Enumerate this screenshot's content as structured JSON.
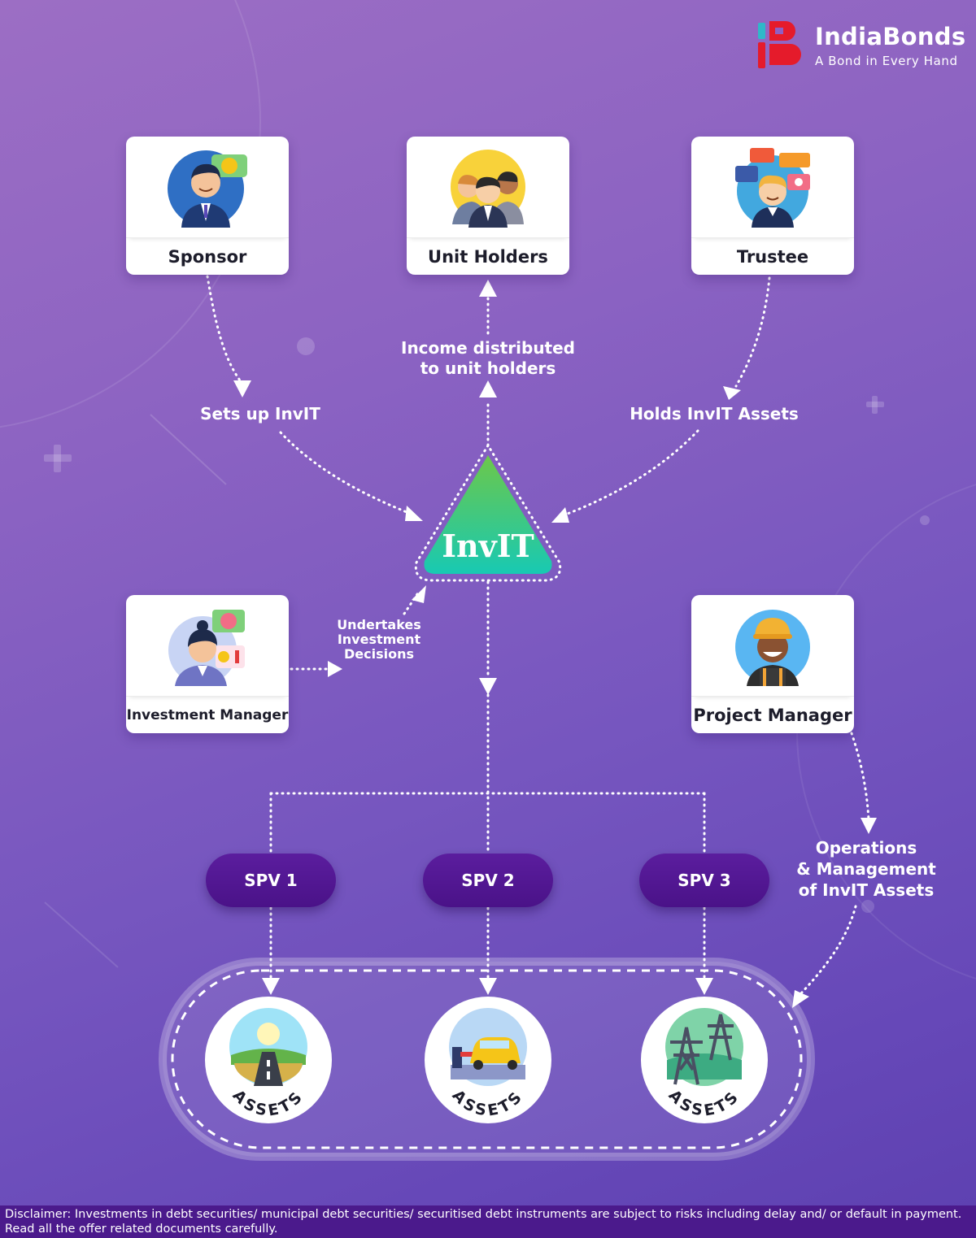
{
  "brand": {
    "name": "IndiaBonds",
    "tagline": "A Bond in Every Hand"
  },
  "roles": {
    "sponsor": "Sponsor",
    "unit_holders": "Unit Holders",
    "trustee": "Trustee",
    "investment_manager": "Investment Manager",
    "project_manager": "Project Manager"
  },
  "center": {
    "label": "InvIT"
  },
  "flows": {
    "sets_up": "Sets up InvIT",
    "income_line1": "Income distributed",
    "income_line2": "to unit holders",
    "holds": "Holds InvIT Assets",
    "undertakes_line1": "Undertakes",
    "undertakes_line2": "Investment",
    "undertakes_line3": "Decisions",
    "ops_line1": "Operations",
    "ops_line2": "& Management",
    "ops_line3": "of InvIT Assets"
  },
  "spvs": [
    "SPV 1",
    "SPV 2",
    "SPV 3"
  ],
  "assets": [
    {
      "label": "ASSETS",
      "icon": "road-icon"
    },
    {
      "label": "ASSETS",
      "icon": "toll-plaza-icon"
    },
    {
      "label": "ASSETS",
      "icon": "power-tower-icon"
    }
  ],
  "disclaimer": {
    "line1": "Disclaimer: Investments in debt securities/ municipal debt securities/ securitised debt instruments are subject to risks including delay and/ or default in payment.",
    "line2": "Read all the offer related documents carefully."
  },
  "colors": {
    "triangle_top": "#6cc84a",
    "triangle_bottom": "#18c9b3",
    "spv": "#4f168f"
  }
}
